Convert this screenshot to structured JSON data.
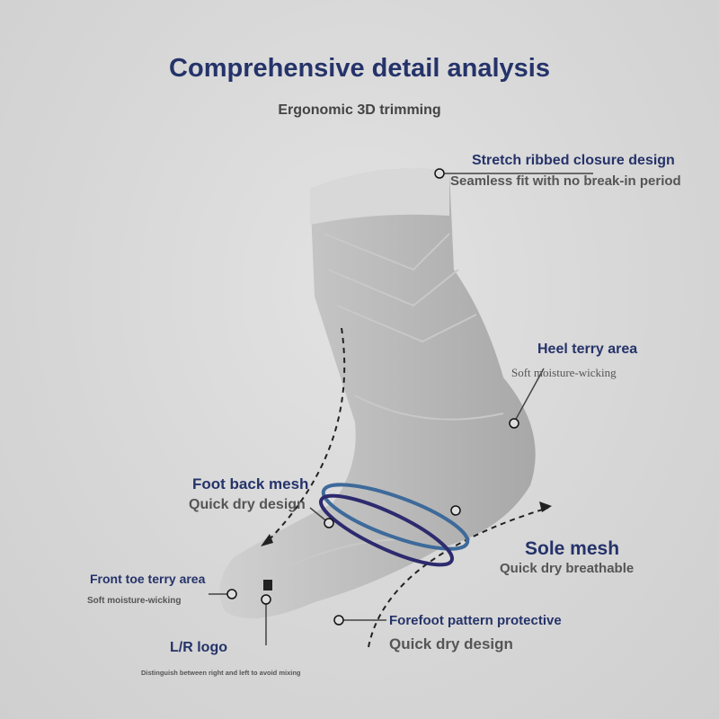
{
  "title": "Comprehensive detail analysis",
  "subtitle": "Ergonomic 3D trimming",
  "callouts": {
    "closure": {
      "title": "Stretch ribbed closure design",
      "desc": "Seamless fit with no break-in period"
    },
    "heel": {
      "title": "Heel terry area",
      "desc": "Soft moisture-wicking"
    },
    "foot_back": {
      "title": "Foot back mesh",
      "desc": "Quick dry design"
    },
    "sole": {
      "title": "Sole mesh",
      "desc": "Quick dry breathable"
    },
    "front_toe": {
      "title": "Front toe terry area",
      "desc": "Soft moisture-wicking"
    },
    "forefoot": {
      "title": "Forefoot pattern protective",
      "desc": "Quick dry design"
    },
    "logo": {
      "title": "L/R logo",
      "desc": "Distinguish between right and left to avoid mixing"
    }
  },
  "colors": {
    "navy": "#25336a",
    "text_grey": "#555555",
    "sock": "#bdbdbd"
  }
}
